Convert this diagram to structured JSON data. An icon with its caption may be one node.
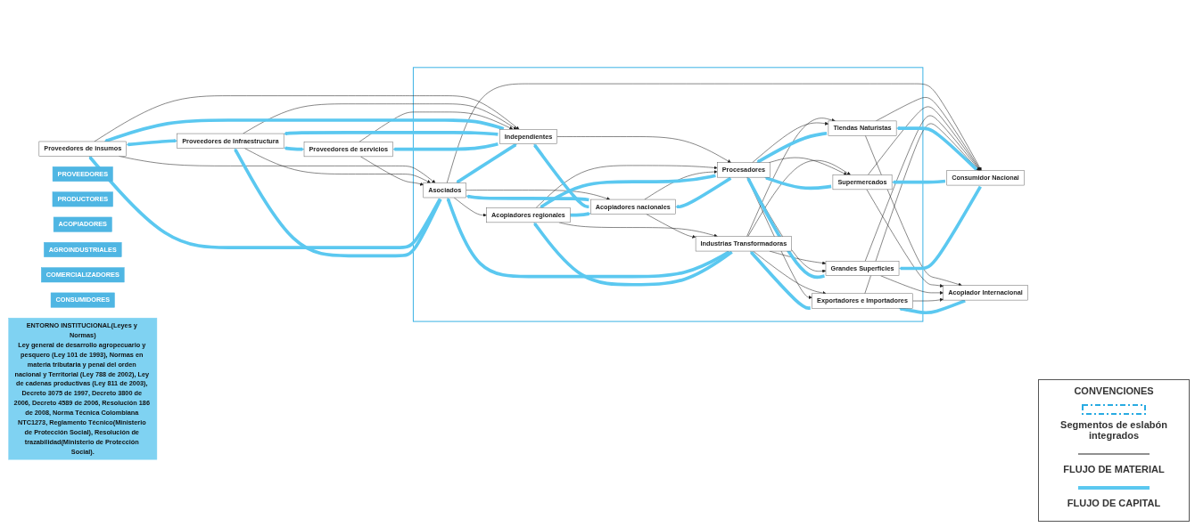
{
  "diagram": {
    "nodes": [
      {
        "text": [
          "PROVEEDORES"
        ]
      },
      {
        "text": [
          "PRODUCTORES"
        ]
      },
      {
        "text": [
          "ACOPIADORES"
        ]
      },
      {
        "text": [
          "AGROINDUSTRIALES"
        ]
      },
      {
        "text": [
          "COMERCIALIZADORES"
        ]
      },
      {
        "text": [
          "CONSUMIDORES"
        ]
      },
      {
        "text": [
          "Proveedores de insumos"
        ]
      },
      {
        "text": [
          "Proveedores de Infraestructura"
        ]
      },
      {
        "text": [
          "Proveedores de servicios"
        ]
      },
      {
        "text": [],
        "shape": "box"
      },
      {
        "text": [
          "Asociados"
        ],
        "in": 9
      },
      {
        "text": [
          "Independientes"
        ],
        "in": 9
      },
      {
        "text": [
          "Acopiadores regionales"
        ],
        "in": 9
      },
      {
        "text": [
          "Acopiadores nacionales"
        ],
        "in": 9
      },
      {
        "text": [
          "Industrias Transformadoras"
        ],
        "in": 9
      },
      {
        "text": [
          "Procesadores"
        ],
        "in": 9
      },
      {
        "text": [
          "Tiendas Naturistas"
        ],
        "in": 9
      },
      {
        "text": [
          "Supermercados"
        ],
        "in": 9
      },
      {
        "text": [
          "Grandes Superficies"
        ],
        "in": 9
      },
      {
        "text": [
          "Exportadores e Importadores"
        ],
        "in": 9
      },
      {
        "text": [
          "Consumidor Nacional"
        ]
      },
      {
        "text": [
          "Acopiador Internacional"
        ]
      },
      {
        "text": [
          "ENTORNO INSTITUCIONAL(Leyes y Normas)",
          "Ley general de desarrollo agropecuario y pesquero (Ley 101 de 1993), Normas en materia tributaria y penal del orden nacional y Territorial (Ley 788 de 2002), Ley de cadenas productivas (Ley 811 de 2003), Decreto 3075 de 1997, Decreto 3800 de 2006, Decreto 4589 de 2006, Resolución 186 de 2008, Norma Técnica Colombiana NTC1273, Reglamento Técnico(Ministerio de Protección Social), Resolución de trazabilidad(Ministerio de Protección Social)."
        ]
      }
    ],
    "edges": [
      {
        "from": 6,
        "to": 10,
        "arrow": "to"
      },
      {
        "from": 6,
        "to": 11,
        "arrow": "to"
      },
      {
        "from": 7,
        "to": 10,
        "arrow": "to"
      },
      {
        "from": 7,
        "to": 11,
        "arrow": "to"
      },
      {
        "from": 8,
        "to": 10,
        "arrow": "to"
      },
      {
        "from": 8,
        "to": 11,
        "arrow": "to"
      },
      {
        "from": 10,
        "to": 12,
        "arrow": "to"
      },
      {
        "from": 10,
        "to": 13,
        "arrow": "to"
      },
      {
        "from": 11,
        "to": 15,
        "arrow": "to"
      },
      {
        "from": 10,
        "to": 20,
        "arrow": "to"
      },
      {
        "from": 12,
        "to": 14,
        "arrow": "to"
      },
      {
        "from": 12,
        "to": 15,
        "arrow": "to"
      },
      {
        "from": 13,
        "to": 14,
        "arrow": "to"
      },
      {
        "from": 13,
        "to": 15,
        "arrow": "to"
      },
      {
        "from": 14,
        "to": 16,
        "arrow": "to"
      },
      {
        "from": 14,
        "to": 17,
        "arrow": "to"
      },
      {
        "from": 14,
        "to": 18,
        "arrow": "to"
      },
      {
        "from": 14,
        "to": 19,
        "arrow": "to"
      },
      {
        "from": 15,
        "to": 16,
        "arrow": "to"
      },
      {
        "from": 15,
        "to": 17,
        "arrow": "to"
      },
      {
        "from": 15,
        "to": 18,
        "arrow": "to"
      },
      {
        "from": 15,
        "to": 19,
        "arrow": "to"
      },
      {
        "from": 16,
        "to": 20,
        "arrow": "to"
      },
      {
        "from": 17,
        "to": 20,
        "arrow": "to"
      },
      {
        "from": 18,
        "to": 20,
        "arrow": "to"
      },
      {
        "from": 19,
        "to": 20,
        "arrow": "to"
      },
      {
        "from": 16,
        "to": 21,
        "arrow": "to"
      },
      {
        "from": 17,
        "to": 21,
        "arrow": "to"
      },
      {
        "from": 18,
        "to": 21,
        "arrow": "to"
      },
      {
        "from": 19,
        "to": 21,
        "arrow": "to"
      },
      {
        "from": 10,
        "to": 6,
        "arrow": "to",
        "style": "thick",
        "color": "#5bc8f0"
      },
      {
        "from": 10,
        "to": 7,
        "arrow": "to",
        "style": "thick",
        "color": "#5bc8f0"
      },
      {
        "from": 11,
        "to": 6,
        "arrow": "to",
        "style": "thick",
        "color": "#5bc8f0"
      },
      {
        "from": 11,
        "to": 7,
        "arrow": "to",
        "style": "thick",
        "color": "#5bc8f0"
      },
      {
        "from": 11,
        "to": 8,
        "arrow": "to",
        "style": "thick",
        "color": "#5bc8f0"
      },
      {
        "from": 6,
        "to": 7,
        "arrow": "both",
        "style": "thick",
        "color": "#5bc8f0"
      },
      {
        "from": 7,
        "to": 8,
        "arrow": "both",
        "style": "thick",
        "color": "#5bc8f0"
      },
      {
        "from": 10,
        "to": 11,
        "arrow": "both",
        "style": "thick",
        "color": "#5bc8f0"
      },
      {
        "from": 14,
        "to": 10,
        "arrow": "to",
        "style": "thick",
        "color": "#5bc8f0"
      },
      {
        "from": 13,
        "to": 10,
        "arrow": "to",
        "style": "thick",
        "color": "#5bc8f0"
      },
      {
        "from": 13,
        "to": 11,
        "arrow": "to",
        "style": "thick",
        "color": "#5bc8f0"
      },
      {
        "from": 14,
        "to": 12,
        "arrow": "to",
        "style": "thick",
        "color": "#5bc8f0"
      },
      {
        "from": 15,
        "to": 12,
        "arrow": "to",
        "style": "thick",
        "color": "#5bc8f0"
      },
      {
        "from": 12,
        "to": 13,
        "arrow": "to",
        "style": "thick",
        "color": "#5bc8f0"
      },
      {
        "from": 15,
        "to": 13,
        "arrow": "to",
        "style": "thick",
        "color": "#5bc8f0"
      },
      {
        "from": 16,
        "to": 15,
        "arrow": "to",
        "style": "thick",
        "color": "#5bc8f0"
      },
      {
        "from": 17,
        "to": 15,
        "arrow": "to",
        "style": "thick",
        "color": "#5bc8f0"
      },
      {
        "from": 18,
        "to": 15,
        "arrow": "to",
        "style": "thick",
        "color": "#5bc8f0"
      },
      {
        "from": 19,
        "to": 14,
        "arrow": "to",
        "style": "thick",
        "color": "#5bc8f0"
      },
      {
        "from": 20,
        "to": 16,
        "arrow": "to",
        "style": "thick",
        "color": "#5bc8f0"
      },
      {
        "from": 20,
        "to": 17,
        "arrow": "to",
        "style": "thick",
        "color": "#5bc8f0"
      },
      {
        "from": 20,
        "to": 18,
        "arrow": "to",
        "style": "thick",
        "color": "#5bc8f0"
      },
      {
        "from": 21,
        "to": 19,
        "arrow": "to",
        "style": "thick",
        "color": "#5bc8f0"
      }
    ],
    "labels": [
      "CONVENCIONES"
    ],
    "legend": [
      {
        "text": "Segmentos de eslabón integrados"
      },
      {
        "text": "FLUJO DE MATERIAL"
      },
      {
        "text": "FLUJO DE CAPITAL"
      }
    ]
  }
}
